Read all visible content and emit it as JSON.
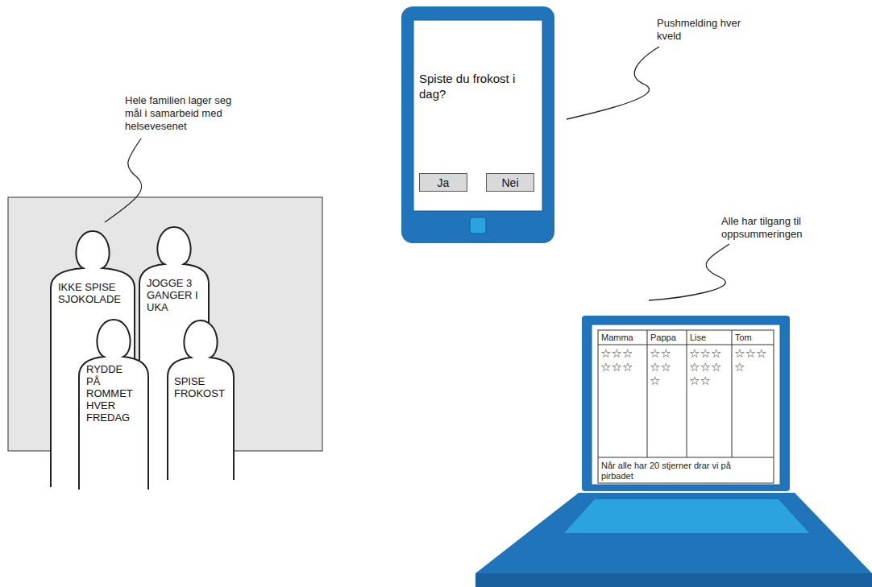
{
  "diagram": {
    "nodes": [
      {
        "text": [
          "IKKE SPISE SJOKOLADE"
        ]
      },
      {
        "text": [
          "JOGGE 3 GANGER I UKA"
        ]
      },
      {
        "text": [
          "RYDDE PÅ ROMMET HVER FREDAG"
        ]
      },
      {
        "text": [
          "SPISE FROKOST"
        ]
      },
      {
        "text": [
          "Spiste du frokost i dag?"
        ]
      },
      {
        "text": [
          "Ja"
        ],
        "in": 4
      },
      {
        "text": [
          "Nei"
        ],
        "in": 4
      }
    ],
    "labels": [
      "Hele familien lager seg mål i samarbeid med helsevesenet",
      "Pushmelding hver kveld",
      "Alle har tilgang til oppsummeringen",
      "Mamma",
      "Pappa",
      "Lise",
      "Tom",
      "☆☆☆☆☆☆",
      "☆☆☆☆☆",
      "☆☆☆☆☆☆☆☆",
      "☆☆☆☆",
      "Når alle har 20 stjerner drar vi på pirbadet"
    ]
  }
}
